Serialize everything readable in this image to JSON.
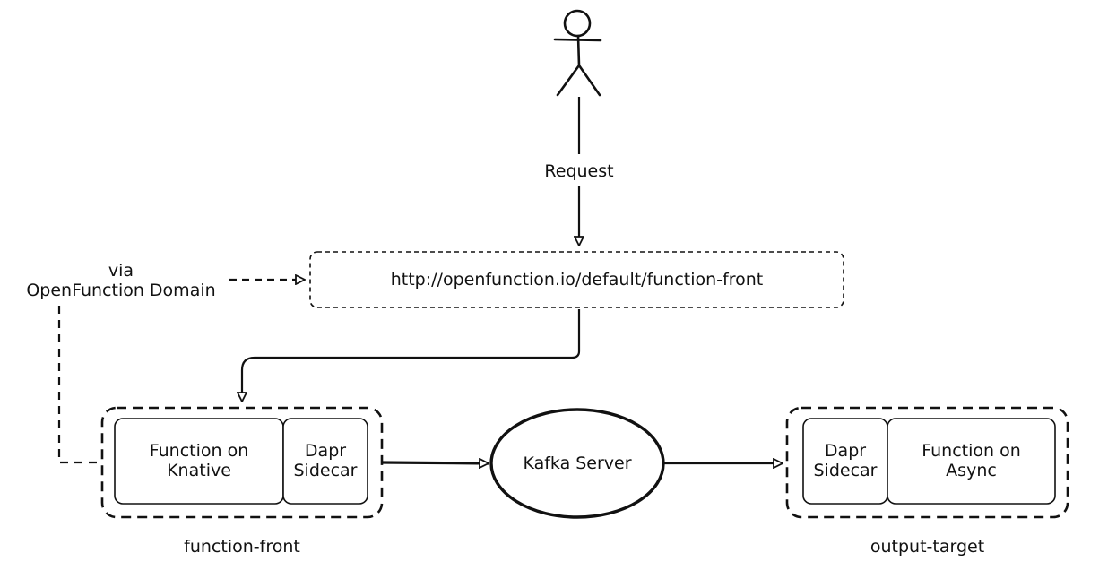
{
  "actor": {
    "request_label": "Request"
  },
  "url_box": {
    "label": "http://openfunction.io/default/function-front"
  },
  "domain_note": {
    "line1": "via",
    "line2": "OpenFunction Domain"
  },
  "function_front": {
    "function_label_line1": "Function on",
    "function_label_line2": "Knative",
    "sidecar_label_line1": "Dapr",
    "sidecar_label_line2": "Sidecar",
    "caption": "function-front"
  },
  "kafka": {
    "label": "Kafka Server"
  },
  "output_target": {
    "sidecar_label_line1": "Dapr",
    "sidecar_label_line2": "Sidecar",
    "function_label_line1": "Function on",
    "function_label_line2": "Async",
    "caption": "output-target"
  },
  "colors": {
    "stroke": "#111111",
    "background": "#ffffff"
  }
}
